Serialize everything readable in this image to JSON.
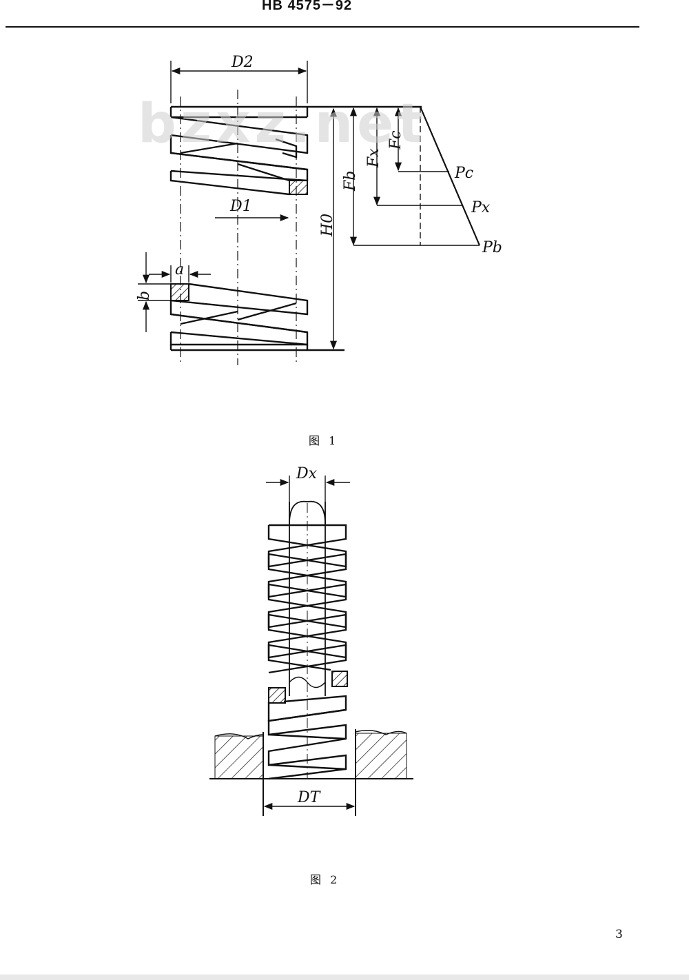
{
  "header": {
    "standard_code": "HB 4575－92"
  },
  "watermark": {
    "text": "bzxz.net"
  },
  "figure1": {
    "caption": "图 1",
    "labels": {
      "d2": "D2",
      "d1": "D1",
      "h0": "H0",
      "fb": "Fb",
      "fx": "Fx",
      "fc": "Fc",
      "pc": "Pc",
      "px": "Px",
      "pb": "Pb",
      "a": "a",
      "b": "b"
    }
  },
  "figure2": {
    "caption": "图 2",
    "labels": {
      "dx": "Dx",
      "dt": "DT"
    }
  },
  "footer": {
    "page_number": "3"
  }
}
